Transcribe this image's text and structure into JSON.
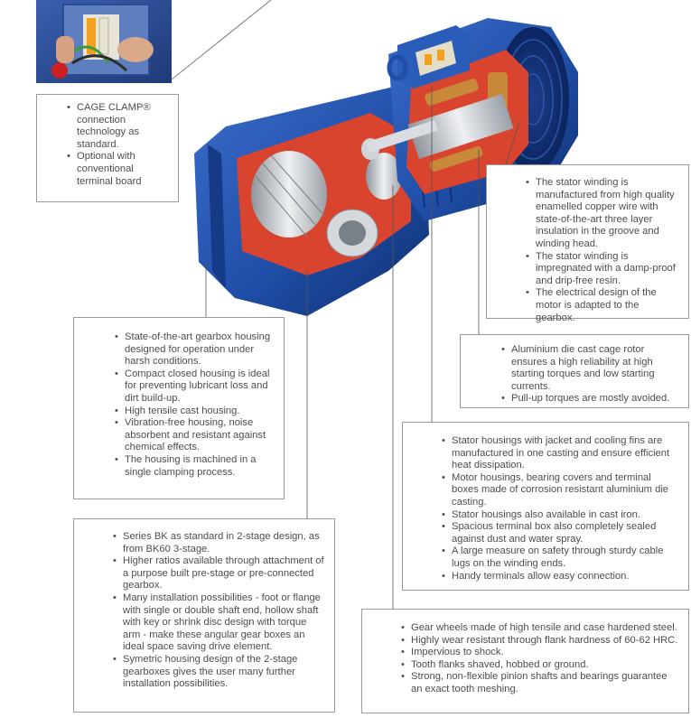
{
  "callouts": {
    "cage_clamp": {
      "items": [
        "CAGE CLAMP® connection technology as standard.",
        "Optional with conventional terminal board"
      ]
    },
    "stator_winding": {
      "items": [
        "The stator winding is manufactured from high quality enamelled copper wire with state-of-the-art three layer insulation in the groove and winding head.",
        "The stator winding is impregnated with a damp-proof and drip-free resin.",
        "The electrical design of the motor is adapted to the gearbox."
      ]
    },
    "gearbox_housing": {
      "items": [
        "State-of-the-art gearbox housing designed for operation under harsh conditions.",
        "Compact closed housing is ideal for preventing lubricant loss and dirt build-up.",
        "High tensile cast housing.",
        "Vibration-free housing, noise absorbent and resistant against chemical effects.",
        "The housing is machined in a single clamping process."
      ]
    },
    "rotor": {
      "items": [
        "Aluminium die cast cage rotor ensures a high reliability at high starting torques and low starting currents.",
        "Pull-up torques are mostly avoided."
      ]
    },
    "stator_housing": {
      "items": [
        "Stator housings  with jacket and cooling fins are manufactured in one casting and ensure efficient heat dissipation.",
        "Motor housings, bearing covers and terminal boxes made of corrosion resistant aluminium die casting.",
        "Stator housings also available in cast iron.",
        "Spacious terminal box also completely sealed against dust and water spray.",
        "A large measure on safety through sturdy cable lugs on the winding ends.",
        "Handy terminals allow easy connection."
      ]
    },
    "series_bk": {
      "items": [
        "Series BK as standard in 2-stage design, as from BK60  3-stage.",
        "Higher ratios available through attachment of a purpose built pre-stage or pre-connected gearbox.",
        "Many installation possibilities - foot or flange with single or double shaft end, hollow shaft with key or shrink disc design with torque arm - make these angular gear boxes an ideal space saving drive element.",
        "Symetric housing design of the 2-stage gearboxes gives the user many further installation possibilities."
      ]
    },
    "gear_wheels": {
      "items": [
        "Gear wheels made of high tensile and case hardened steel.",
        "Highly wear resistant through flank hardness of 60-62 HRC.",
        "Impervious to shock.",
        "Tooth flanks shaved, hobbed or ground.",
        "Strong, non-flexible pinion shafts and bearings guarantee an exact tooth meshing."
      ]
    }
  },
  "colors": {
    "housing_blue": "#1f4fa8",
    "housing_dark": "#143a82",
    "cutaway_red": "#d8442e",
    "steel": "#c9cdd2",
    "copper": "#c8893a",
    "callout_border": "#9a9a9a",
    "leader_line": "#555555"
  }
}
